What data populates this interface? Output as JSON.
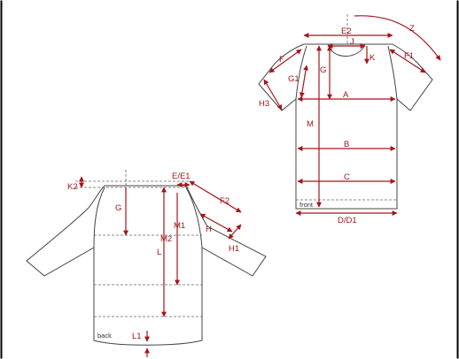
{
  "colors": {
    "measure": "#a3161c",
    "outline": "#444444",
    "frame": "#000000"
  },
  "back_view": {
    "caption": "back",
    "labels": {
      "K2": "K2",
      "G": "G",
      "E_E1": "E/E1",
      "F2": "F2",
      "M1": "M1",
      "M2": "M2",
      "H": "H",
      "H1": "H1",
      "L": "L",
      "L1": "L1"
    }
  },
  "front_view": {
    "caption": "front",
    "labels": {
      "E2": "E2",
      "J": "J",
      "Z": "Z",
      "F": "F",
      "G": "G",
      "K": "K",
      "F1": "F1",
      "G1": "G1",
      "A": "A",
      "H3": "H3",
      "M": "M",
      "B": "B",
      "C": "C",
      "D_D1": "D/D1"
    }
  }
}
